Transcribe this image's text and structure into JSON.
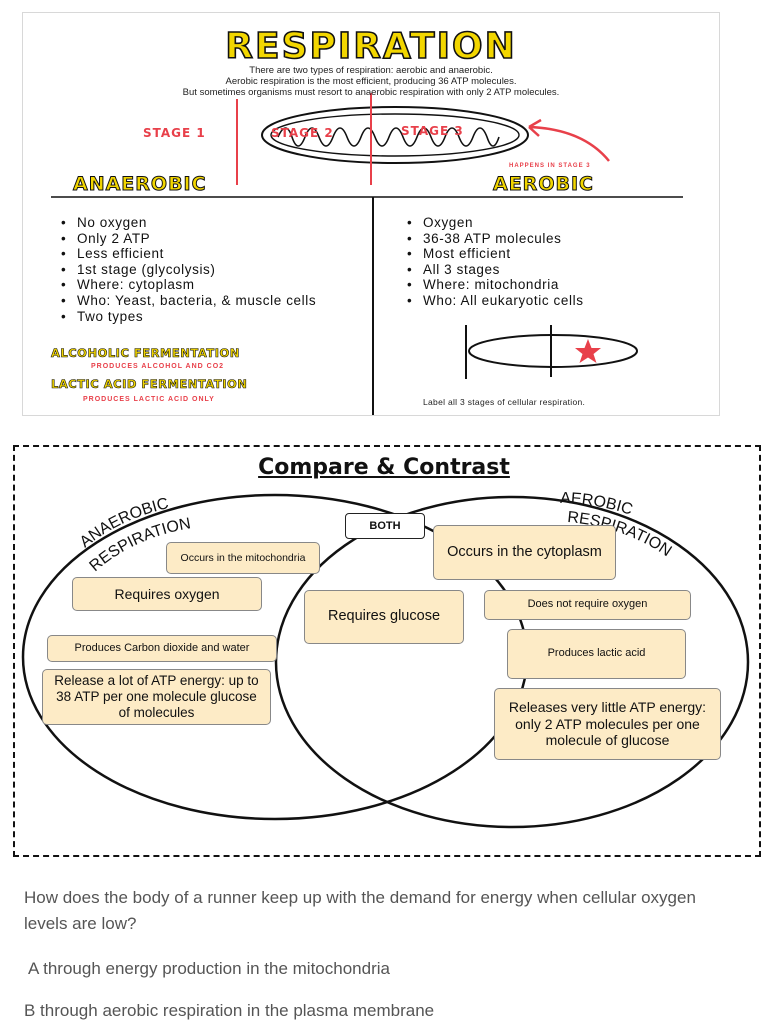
{
  "poster": {
    "title": "RESPIRATION",
    "intro_lines": [
      "There are two types of respiration: aerobic and anaerobic.",
      "Aerobic respiration is the most efficient, producing 36 ATP molecules.",
      "But sometimes organisms must resort to anaerobic respiration with only 2 ATP molecules."
    ],
    "stages": [
      "STAGE 1",
      "STAGE 2",
      "STAGE 3"
    ],
    "happens_note": "HAPPENS IN STAGE 3",
    "anaerobic_heading": "ANAEROBIC",
    "aerobic_heading": "AEROBIC",
    "anaerobic_list": [
      "No oxygen",
      "Only 2 ATP",
      "Less efficient",
      "1st stage (glycolysis)",
      "Where: cytoplasm",
      "Who: Yeast, bacteria, & muscle cells",
      "Two types"
    ],
    "aerobic_list": [
      "Oxygen",
      "36-38 ATP molecules",
      "Most efficient",
      "All 3 stages",
      "Where: mitochondria",
      "Who: All eukaryotic cells"
    ],
    "fermentation_1": "ALCOHOLIC FERMENTATION",
    "fermentation_1_note": "PRODUCES ALCOHOL AND CO2",
    "fermentation_2": "LACTIC ACID FERMENTATION",
    "fermentation_2_note": "PRODUCES LACTIC ACID ONLY",
    "label_instruction": "Label all 3 stages of cellular respiration."
  },
  "venn": {
    "title": "Compare & Contrast",
    "left_label": "ANAEROBIC RESPIRATION",
    "right_label": "AEROBIC RESPIRATION",
    "both_label": "BOTH",
    "cards": {
      "occurs_mito": "Occurs in the mitochondria",
      "requires_oxygen": "Requires oxygen",
      "co2_water": "Produces Carbon dioxide and water",
      "release_lot": "Release a lot of ATP energy: up to 38 ATP per one molecule glucose of  molecules",
      "requires_glucose": "Requires glucose",
      "occurs_cyto": "Occurs in the cytoplasm",
      "no_oxygen": "Does not require oxygen",
      "lactic": "Produces lactic acid",
      "little_atp": "Releases very little ATP energy:  only 2 ATP molecules per one molecule of glucose"
    }
  },
  "question": {
    "text": "How does the body of a runner keep up with the demand for energy when cellular oxygen levels are low?",
    "option_a": "A through energy production in the mitochondria",
    "option_b": "B through aerobic respiration in the plasma membrane"
  },
  "colors": {
    "title_yellow": "#f2d600",
    "accent_red": "#e8404a",
    "card_fill": "#fdebc6"
  }
}
